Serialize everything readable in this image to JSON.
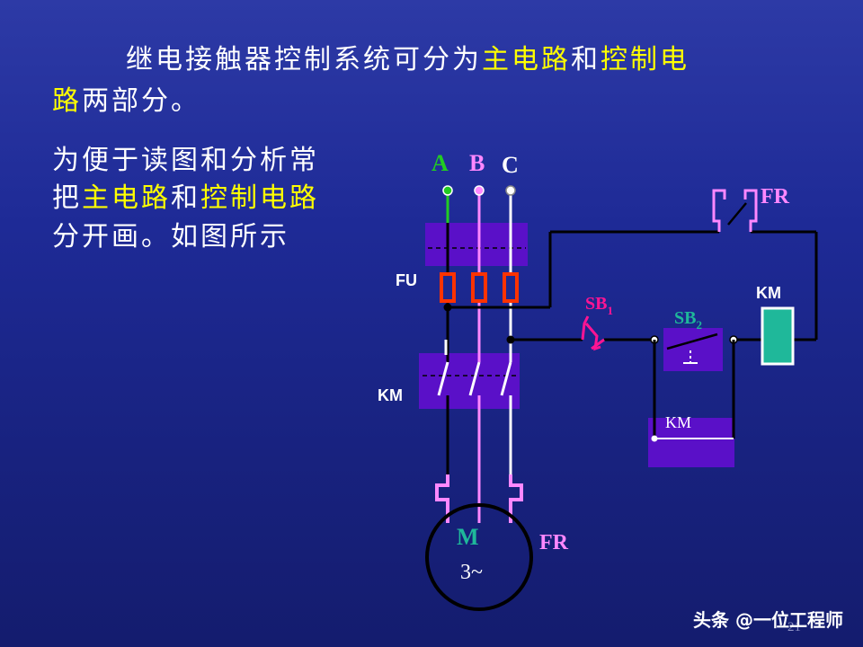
{
  "intro": {
    "line1_pre": "继电接触器控制系统可分为",
    "line1_hl1": "主电路",
    "line1_mid": "和",
    "line1_hl2": "控制电",
    "line2_hl": "路",
    "line2_post": "两部分。"
  },
  "side": {
    "line1": "为便于读图和分析常",
    "line2_pre": "把",
    "line2_hl1": "主电路",
    "line2_mid": "和",
    "line2_hl2": "控制电路",
    "line3": "分开画。如图所示"
  },
  "diagram": {
    "phase_a": "A",
    "phase_b": "B",
    "phase_c": "C",
    "fu": "FU",
    "km_main": "KM",
    "motor_m": "M",
    "motor_phase": "3~",
    "fr_motor": "FR",
    "fr_control": "FR",
    "sb1": "SB",
    "sb1_sub": "1",
    "sb2": "SB",
    "sb2_sub": "2",
    "km_coil": "KM",
    "km_aux": "KM"
  },
  "colors": {
    "phase_a": "#22cc22",
    "phase_b": "#ff88ff",
    "phase_c": "#ffffff",
    "highlight": "#ffff00",
    "contactor_fill": "#5a10c8",
    "fuse": "#ff3300",
    "sb1": "#ff1493",
    "coil": "#1fb89a"
  },
  "watermark": "头条 @一位工程师",
  "page_number": "21"
}
